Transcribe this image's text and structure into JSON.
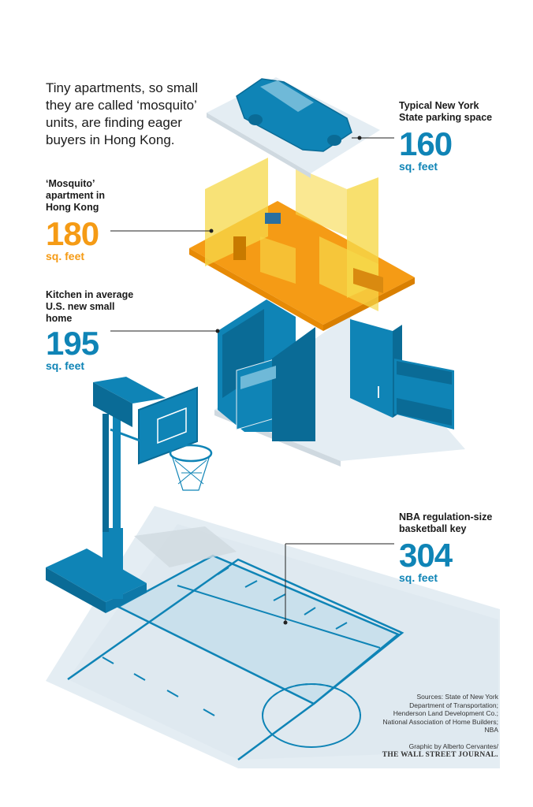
{
  "intro": "Tiny apartments, so small they are called ‘mosquito’ units, are finding eager buyers in Hong Kong.",
  "items": [
    {
      "label": "Typical New York State parking space",
      "value": "160",
      "unit": "sq. feet",
      "color": "#0f84b6"
    },
    {
      "label": "‘Mosquito’ apartment in Hong Kong",
      "value": "180",
      "unit": "sq. feet",
      "color": "#f59b15"
    },
    {
      "label": "Kitchen in average U.S. new small home",
      "value": "195",
      "unit": "sq. feet",
      "color": "#0f84b6"
    },
    {
      "label": "NBA regulation-size basketball key",
      "value": "304",
      "unit": "sq. feet",
      "color": "#0f84b6"
    }
  ],
  "sources": "Sources: State of New York Department of Transportation; Henderson Land Development Co.; National Association of Home Builders; NBA",
  "credit": "Graphic by Alberto Cervantes/",
  "publisher": "THE WALL STREET JOURNAL.",
  "colors": {
    "blue": "#0f84b6",
    "orange": "#f59b15",
    "yellow": "#f6d84a",
    "pale": "#e4edf3"
  }
}
